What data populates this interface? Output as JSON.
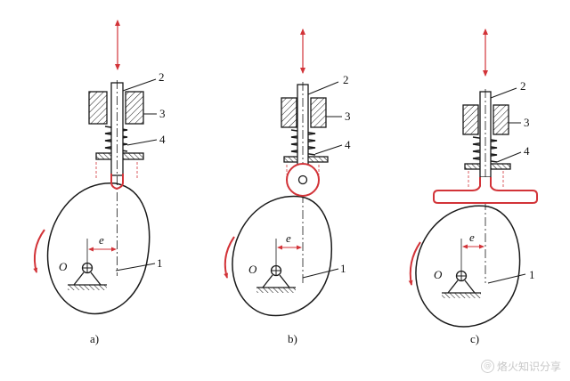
{
  "colors": {
    "ink": "#1a1a1a",
    "red": "#d23338",
    "watermark": "#c7c7c7"
  },
  "labels": {
    "plunger": "2",
    "guide": "3",
    "spring": "4",
    "cam": "1",
    "pivot": "O",
    "offset": "e"
  },
  "captions": [
    "a)",
    "b)",
    "c)"
  ],
  "follower_types": [
    "knife-edge",
    "roller",
    "flat-face"
  ],
  "watermark": {
    "icon": "at-icon",
    "text": "烙火知识分享"
  }
}
